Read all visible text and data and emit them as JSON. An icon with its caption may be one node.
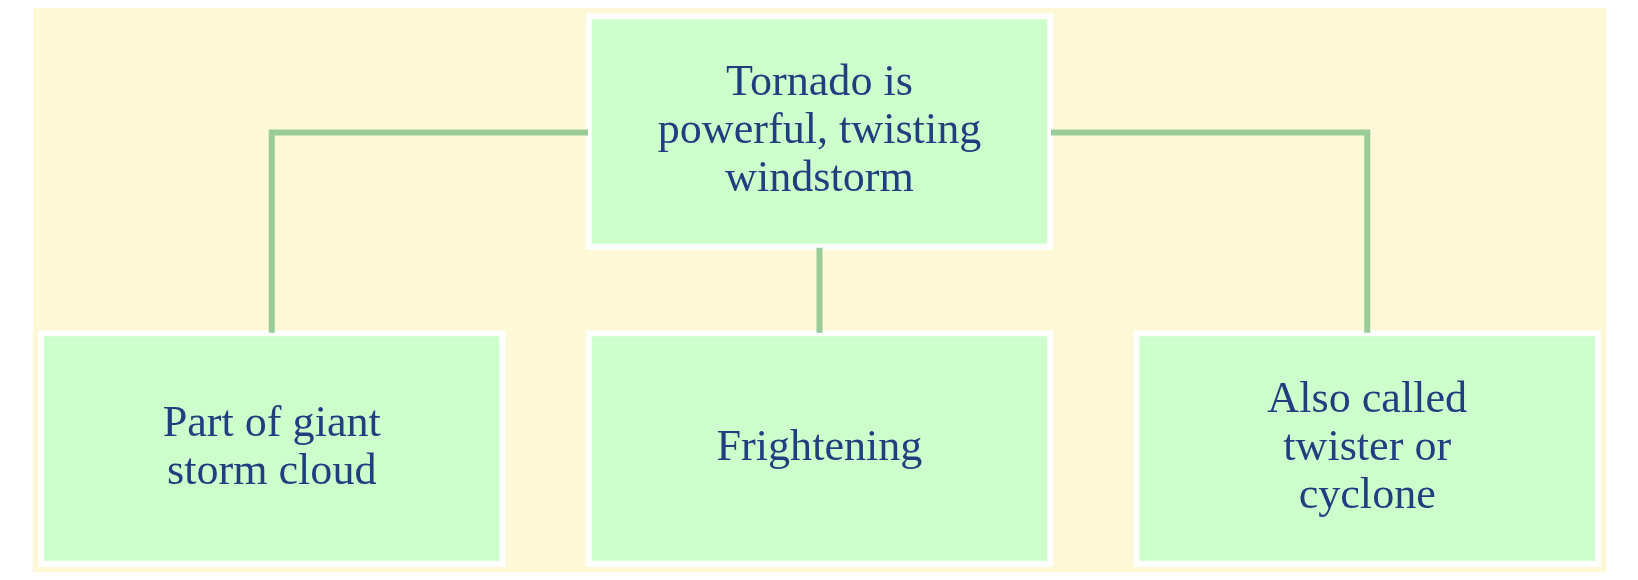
{
  "diagram": {
    "nodes": [
      {
        "text": [
          "Tornado is powerful, twisting windstorm"
        ]
      },
      {
        "text": [
          "Part of giant storm cloud"
        ]
      },
      {
        "text": [
          "Frightening"
        ]
      },
      {
        "text": [
          "Also called twister or cyclone"
        ]
      }
    ],
    "edges": [
      {
        "from": 0,
        "to": 1,
        "arrow": "none"
      },
      {
        "from": 0,
        "to": 2,
        "arrow": "none"
      },
      {
        "from": 0,
        "to": 3,
        "arrow": "none"
      }
    ]
  }
}
